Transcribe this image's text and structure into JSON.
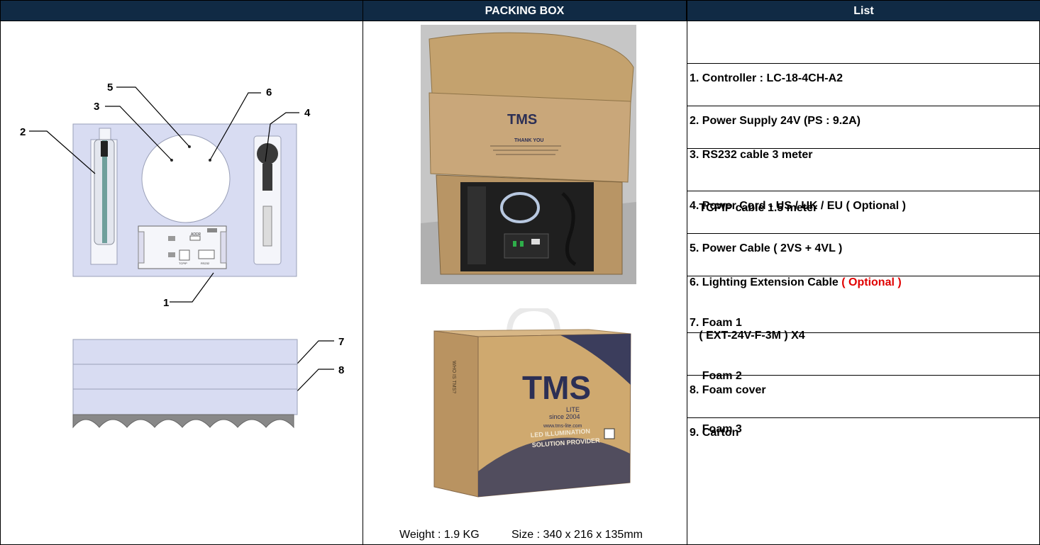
{
  "headers": {
    "left": "",
    "middle": "PACKING BOX",
    "right": "List"
  },
  "diagram": {
    "callouts": [
      "1",
      "2",
      "3",
      "4",
      "5",
      "6",
      "7",
      "8"
    ],
    "board_labels": [
      "ADDR",
      "TCPIP",
      "RS232"
    ]
  },
  "photos": {
    "brand": "TMS",
    "brand_sub": "LITE",
    "inner_flap_text": "THANK YOU",
    "since": "since 2004",
    "website": "www.tms-lite.com",
    "slogan_line1": "LED ILLUMINATION",
    "slogan_line2": "SOLUTION PROVIDER",
    "side_text": "WHO IS TMS?"
  },
  "list": {
    "items": [
      {
        "lines": [
          "1. Controller : LC-18-4CH-A2"
        ]
      },
      {
        "lines": [
          "2. Power Supply 24V (PS : 9.2A)"
        ]
      },
      {
        "lines": [
          "3. RS232 cable 3 meter",
          "   TCPIP cable 1.5 meter"
        ]
      },
      {
        "lines": [
          "4. Power Cord - US / UK / EU ( Optional )"
        ]
      },
      {
        "lines": [
          "5. Power Cable ( 2VS + 4VL )"
        ]
      },
      {
        "lines": [
          "6. Lighting Extension Cable ",
          "   ( EXT-24V-F-3M ) X4"
        ],
        "optional_suffix": "( Optional )"
      },
      {
        "lines": [
          "7. Foam 1",
          "    Foam 2",
          "    Foam 3"
        ]
      },
      {
        "lines": [
          "8. Foam cover"
        ]
      },
      {
        "lines": [
          "9. Carton"
        ]
      }
    ]
  },
  "footer": {
    "weight": "Weight : 1.9 KG",
    "size": "Size : 340 x 216 x 135mm"
  },
  "colors": {
    "header_bg": "#102a44",
    "optional_red": "#e00000",
    "foam_fill": "#d8dcf2",
    "cardboard": "#c9a77a"
  }
}
